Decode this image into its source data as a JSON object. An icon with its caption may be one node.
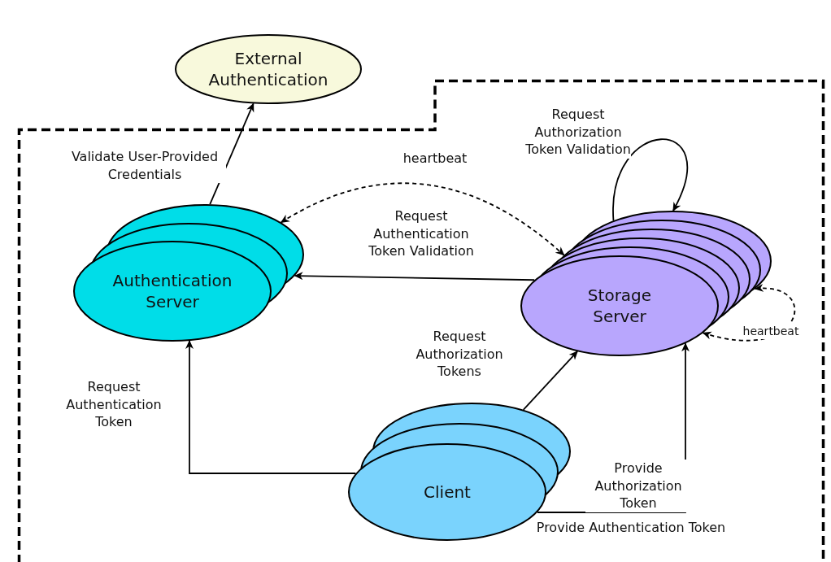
{
  "diagram": {
    "nodes": [
      {
        "text": [
          "External Authentication"
        ]
      },
      {
        "text": [],
        "shape": "box"
      },
      {
        "text": [
          "Authentication Server"
        ],
        "in": 1
      },
      {
        "text": [
          "Storage Server"
        ],
        "in": 1
      },
      {
        "text": [
          "Client"
        ],
        "in": 1
      }
    ],
    "edges": [
      {
        "from": 2,
        "to": 0,
        "arrow": "to",
        "label": "Validate User-Provided Credentials"
      },
      {
        "from": 2,
        "to": 3,
        "arrow": "both",
        "style": "dashed",
        "label": "heartbeat"
      },
      {
        "from": 3,
        "to": 2,
        "arrow": "to",
        "label": "Request Authentication Token Validation"
      },
      {
        "from": 3,
        "to": 3,
        "arrow": "to",
        "label": "Request Authorization Token Validation"
      },
      {
        "from": 3,
        "to": 3,
        "arrow": "both",
        "style": "dashed",
        "label": "heartbeat"
      },
      {
        "from": 4,
        "to": 3,
        "arrow": "to",
        "label": "Request Authorization Tokens"
      },
      {
        "from": 4,
        "to": 2,
        "arrow": "to",
        "label": "Request Authentication Token"
      },
      {
        "from": 4,
        "to": 3,
        "arrow": "to",
        "label": "Provide Authorization Token"
      }
    ],
    "labels": [
      "Provide Authentication Token"
    ]
  }
}
